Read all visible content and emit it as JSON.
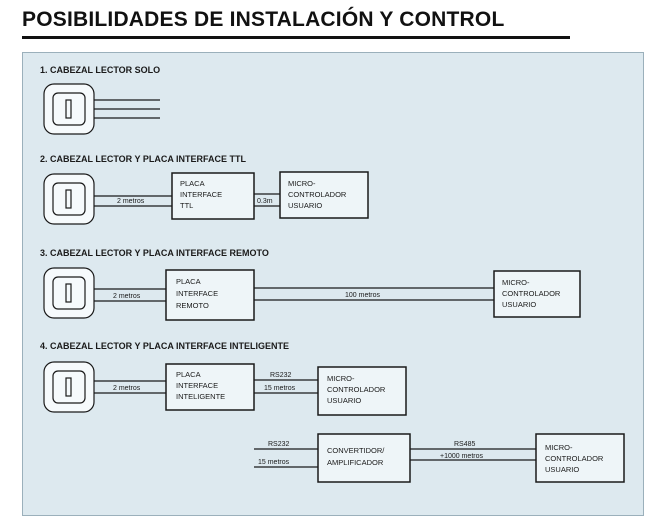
{
  "title": "POSIBILIDADES DE INSTALACIÓN Y CONTROL",
  "sections": [
    {
      "heading": "1.  CABEZAL LECTOR SOLO"
    },
    {
      "heading": "2.  CABEZAL LECTOR Y PLACA INTERFACE TTL",
      "wire1": "2 metros",
      "box1": [
        "PLACA",
        "INTERFACE",
        "TTL"
      ],
      "wire2": "0.3m",
      "box2": [
        "MICRO-",
        "CONTROLADOR",
        "USUARIO"
      ]
    },
    {
      "heading": "3.  CABEZAL LECTOR Y PLACA INTERFACE REMOTO",
      "wire1": "2 metros",
      "box1": [
        "PLACA",
        "INTERFACE",
        "REMOTO"
      ],
      "wire2": "100 metros",
      "box2": [
        "MICRO-",
        "CONTROLADOR",
        "USUARIO"
      ]
    },
    {
      "heading": "4.  CABEZAL LECTOR Y PLACA INTERFACE INTELIGENTE",
      "wire1": "2 metros",
      "box1": [
        "PLACA",
        "INTERFACE",
        "INTELIGENTE"
      ],
      "wire2_top": "RS232",
      "wire2_bottom": "15 metros",
      "box2": [
        "MICRO-",
        "CONTROLADOR",
        "USUARIO"
      ],
      "in_top": "RS232",
      "in_bottom": "15 metros",
      "box3": [
        "CONVERTIDOR/",
        "AMPLIFICADOR"
      ],
      "out_top": "RS485",
      "out_bottom": "+1000 metros",
      "box4": [
        "MICRO-",
        "CONTROLADOR",
        "USUARIO"
      ]
    }
  ]
}
